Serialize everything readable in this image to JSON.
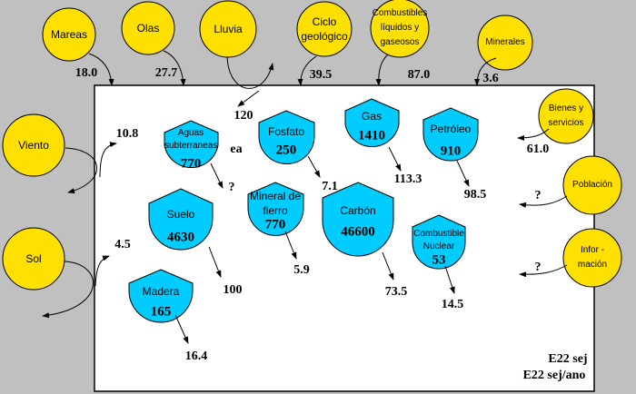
{
  "sources": {
    "mareas": "Mareas",
    "olas": "Olas",
    "lluvia": "Lluvia",
    "ciclo": "Ciclo geológico",
    "combustibles": "Combustibles líquidos y gaseosos",
    "minerales": "Minerales",
    "viento": "Viento",
    "sol": "Sol",
    "bienes": "Bienes y servicios",
    "poblacion": "Población",
    "informacion": "Infor - mación"
  },
  "storages": {
    "aguas": {
      "label": "Aguas subterraneas",
      "value": "770"
    },
    "fosfato": {
      "label": "Fosfato",
      "value": "250"
    },
    "gas": {
      "label": "Gas",
      "value": "1410"
    },
    "petroleo": {
      "label": "Petróleo",
      "value": "910"
    },
    "suelo": {
      "label": "Suelo",
      "value": "4630"
    },
    "mineral": {
      "label": "Mineral de fierro",
      "value": "770"
    },
    "carbon": {
      "label": "Carbón",
      "value": "46600"
    },
    "nuclear": {
      "label": "Combustible Nuclear",
      "value": "53"
    },
    "madera": {
      "label": "Madera",
      "value": "165"
    }
  },
  "flows": {
    "mareas": "18.0",
    "olas": "27.7",
    "lluvia": "120",
    "ciclo": "39.5",
    "combustibles": "87.0",
    "minerales": "3.6",
    "bienes": "61.0",
    "viento": "10.8",
    "sol": "4.5",
    "poblacion": "?",
    "informacion": "?",
    "aguas": "?",
    "aguas_note": "ea",
    "fosfato": "7.1",
    "gas": "113.3",
    "petroleo": "98.5",
    "mineral": "5.9",
    "carbon": "73.5",
    "nuclear": "14.5",
    "suelo": "100",
    "madera": "16.4"
  },
  "legend": {
    "storage_units": "E22 sej",
    "flow_units": "E22 sej/ano"
  },
  "colors": {
    "source": "#ffe000",
    "storage": "#00ccff",
    "background": "#c0c0c0"
  }
}
